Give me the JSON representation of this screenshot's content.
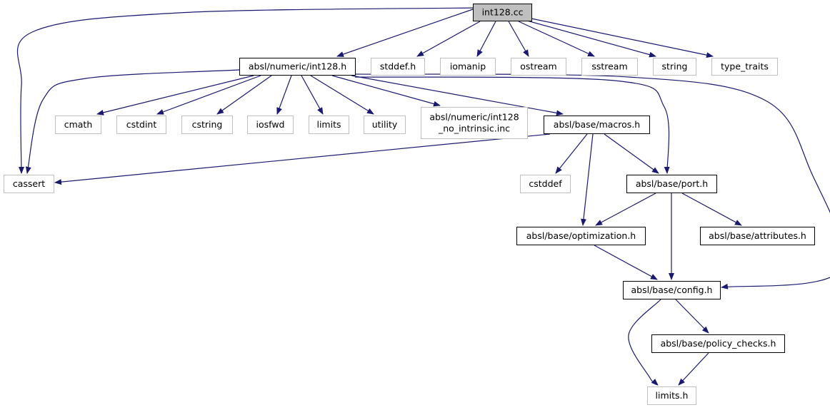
{
  "colors": {
    "edge": "#191970",
    "root_fill": "#bfbfbf",
    "local_border": "#000000",
    "system_border": "#bfbfbf",
    "text": "#000000"
  },
  "nodes": [
    {
      "id": "int128_cc",
      "label": [
        "int128.cc"
      ],
      "kind": "root"
    },
    {
      "id": "int128_h",
      "label": [
        "absl/numeric/int128.h"
      ],
      "kind": "local"
    },
    {
      "id": "stddef_h",
      "label": [
        "stddef.h"
      ],
      "kind": "system"
    },
    {
      "id": "iomanip",
      "label": [
        "iomanip"
      ],
      "kind": "system"
    },
    {
      "id": "ostream",
      "label": [
        "ostream"
      ],
      "kind": "system"
    },
    {
      "id": "sstream",
      "label": [
        "sstream"
      ],
      "kind": "system"
    },
    {
      "id": "string",
      "label": [
        "string"
      ],
      "kind": "system"
    },
    {
      "id": "type_traits",
      "label": [
        "type_traits"
      ],
      "kind": "system"
    },
    {
      "id": "cmath",
      "label": [
        "cmath"
      ],
      "kind": "system"
    },
    {
      "id": "cstdint",
      "label": [
        "cstdint"
      ],
      "kind": "system"
    },
    {
      "id": "cstring",
      "label": [
        "cstring"
      ],
      "kind": "system"
    },
    {
      "id": "iosfwd",
      "label": [
        "iosfwd"
      ],
      "kind": "system"
    },
    {
      "id": "limits",
      "label": [
        "limits"
      ],
      "kind": "system"
    },
    {
      "id": "utility",
      "label": [
        "utility"
      ],
      "kind": "system"
    },
    {
      "id": "no_intrinsic",
      "label": [
        "absl/numeric/int128",
        "_no_intrinsic.inc"
      ],
      "kind": "system"
    },
    {
      "id": "macros_h",
      "label": [
        "absl/base/macros.h"
      ],
      "kind": "local"
    },
    {
      "id": "cassert",
      "label": [
        "cassert"
      ],
      "kind": "system"
    },
    {
      "id": "cstddef",
      "label": [
        "cstddef"
      ],
      "kind": "system"
    },
    {
      "id": "port_h",
      "label": [
        "absl/base/port.h"
      ],
      "kind": "local"
    },
    {
      "id": "optimization_h",
      "label": [
        "absl/base/optimization.h"
      ],
      "kind": "local"
    },
    {
      "id": "attributes_h",
      "label": [
        "absl/base/attributes.h"
      ],
      "kind": "local"
    },
    {
      "id": "config_h",
      "label": [
        "absl/base/config.h"
      ],
      "kind": "local"
    },
    {
      "id": "policy_checks_h",
      "label": [
        "absl/base/policy_checks.h"
      ],
      "kind": "local"
    },
    {
      "id": "limits_h",
      "label": [
        "limits.h"
      ],
      "kind": "system"
    }
  ],
  "edges": [
    {
      "from": "int128_cc",
      "to": "int128_h"
    },
    {
      "from": "int128_cc",
      "to": "stddef_h"
    },
    {
      "from": "int128_cc",
      "to": "iomanip"
    },
    {
      "from": "int128_cc",
      "to": "ostream"
    },
    {
      "from": "int128_cc",
      "to": "sstream"
    },
    {
      "from": "int128_cc",
      "to": "string"
    },
    {
      "from": "int128_cc",
      "to": "type_traits"
    },
    {
      "from": "int128_cc",
      "to": "cassert"
    },
    {
      "from": "int128_h",
      "to": "cmath"
    },
    {
      "from": "int128_h",
      "to": "cstdint"
    },
    {
      "from": "int128_h",
      "to": "cstring"
    },
    {
      "from": "int128_h",
      "to": "iosfwd"
    },
    {
      "from": "int128_h",
      "to": "limits"
    },
    {
      "from": "int128_h",
      "to": "utility"
    },
    {
      "from": "int128_h",
      "to": "no_intrinsic"
    },
    {
      "from": "int128_h",
      "to": "macros_h"
    },
    {
      "from": "int128_h",
      "to": "cassert"
    },
    {
      "from": "int128_h",
      "to": "port_h"
    },
    {
      "from": "int128_h",
      "to": "config_h"
    },
    {
      "from": "macros_h",
      "to": "cassert"
    },
    {
      "from": "macros_h",
      "to": "cstddef"
    },
    {
      "from": "macros_h",
      "to": "port_h"
    },
    {
      "from": "macros_h",
      "to": "optimization_h"
    },
    {
      "from": "port_h",
      "to": "optimization_h"
    },
    {
      "from": "port_h",
      "to": "attributes_h"
    },
    {
      "from": "port_h",
      "to": "config_h"
    },
    {
      "from": "optimization_h",
      "to": "config_h"
    },
    {
      "from": "config_h",
      "to": "policy_checks_h"
    },
    {
      "from": "config_h",
      "to": "limits_h"
    },
    {
      "from": "policy_checks_h",
      "to": "limits_h"
    }
  ]
}
